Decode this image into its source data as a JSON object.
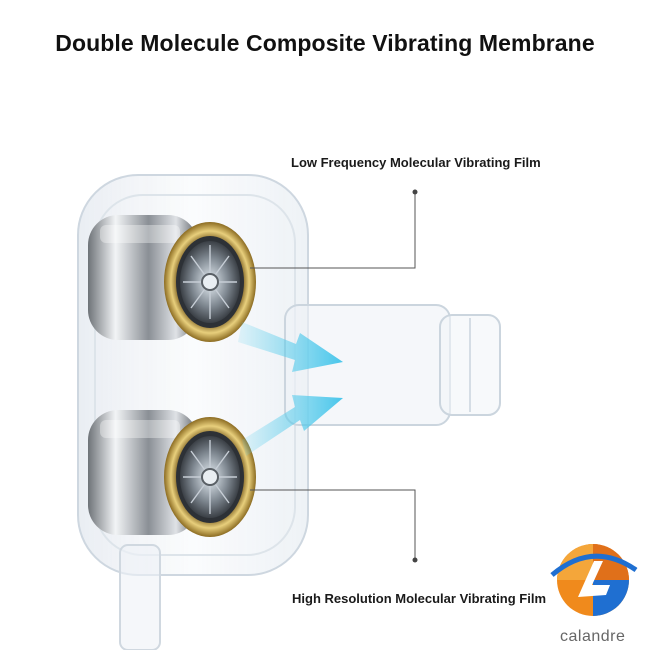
{
  "title": "Double Molecule Composite Vibrating Membrane",
  "labels": {
    "low": "Low Frequency Molecular Vibrating Film",
    "high": "High Resolution Molecular Vibrating Film"
  },
  "brand": {
    "name": "calandre"
  },
  "colors": {
    "arrow": "#5fd0ec",
    "gold": "#c9a54a",
    "shell": "#e6ecf2",
    "logo_orange": "#f08a1c",
    "logo_blue": "#1f6fd1"
  }
}
